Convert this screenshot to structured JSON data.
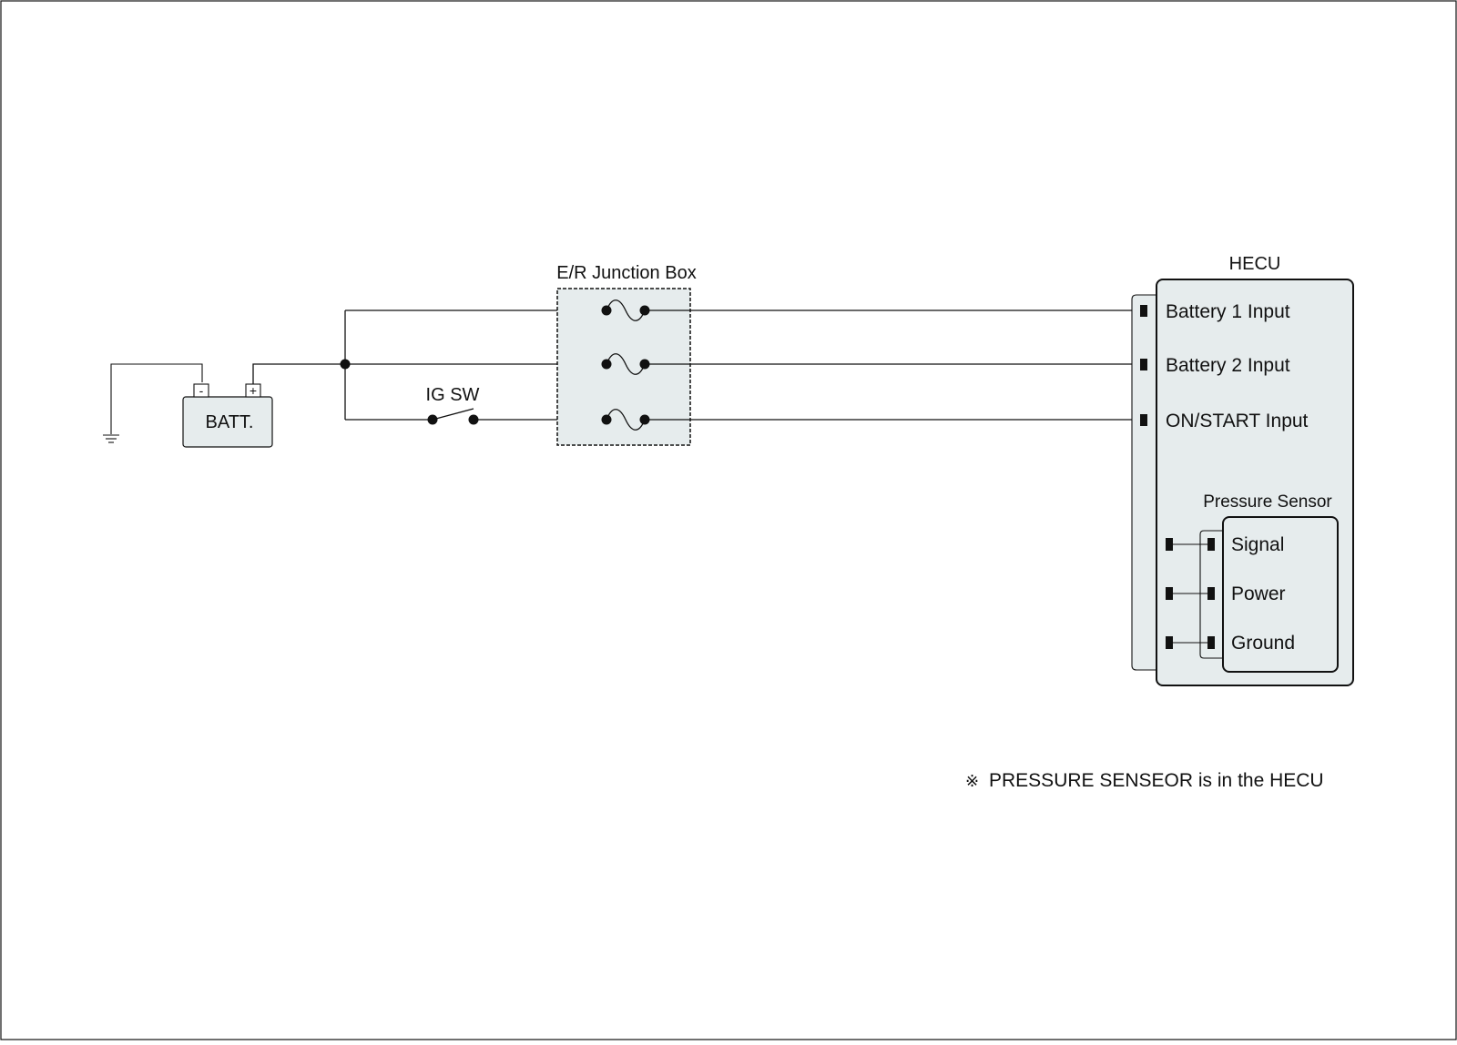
{
  "colors": {
    "box_fill": "#e6eced",
    "line": "#111111",
    "background": "#ffffff"
  },
  "battery": {
    "label": "BATT.",
    "neg_symbol": "-",
    "pos_symbol": "+"
  },
  "ignition_switch": {
    "label": "IG SW"
  },
  "junction_box": {
    "title": "E/R Junction Box"
  },
  "hecu": {
    "title": "HECU",
    "inputs": [
      {
        "label": "Battery 1 Input"
      },
      {
        "label": "Battery 2 Input"
      },
      {
        "label": "ON/START Input"
      }
    ],
    "pressure_sensor": {
      "title": "Pressure Sensor",
      "pins": [
        {
          "label": "Signal"
        },
        {
          "label": "Power"
        },
        {
          "label": "Ground"
        }
      ]
    }
  },
  "note": {
    "symbol": "※",
    "text": "PRESSURE SENSEOR is in the HECU"
  }
}
